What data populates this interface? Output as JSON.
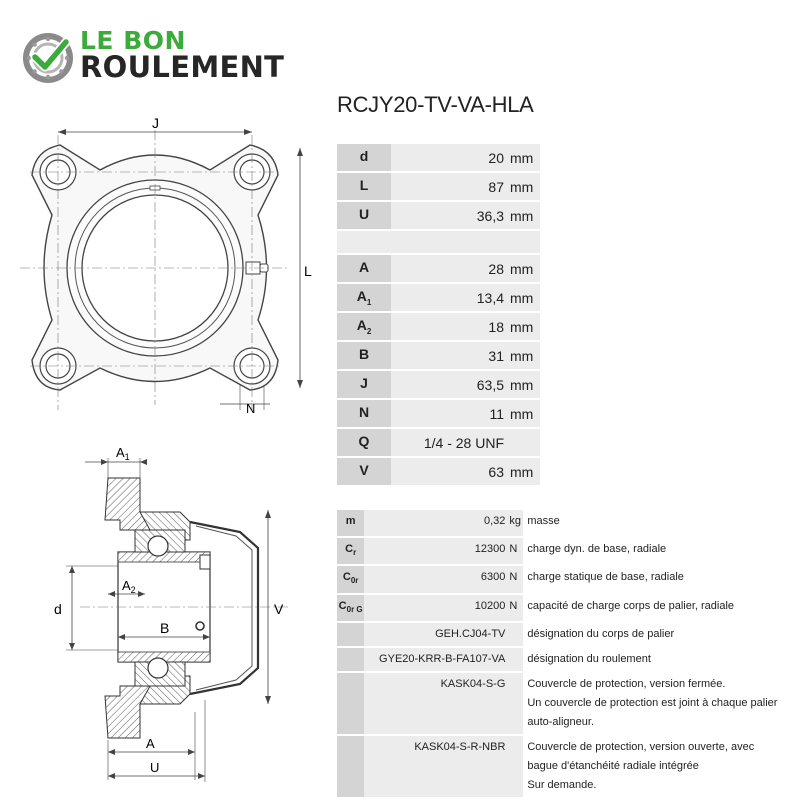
{
  "brand": {
    "line1": "LE BON",
    "line2": "ROULEMENT",
    "accent": "#3cab3c"
  },
  "product": {
    "title": "RCJY20-TV-VA-HLA"
  },
  "drawing_labels": {
    "J": "J",
    "L": "L",
    "N": "N",
    "A1": "A",
    "A1_sub": "1",
    "A2": "A",
    "A2_sub": "2",
    "B": "B",
    "d": "d",
    "V": "V",
    "A": "A",
    "U": "U"
  },
  "dimensions": [
    {
      "key": "d",
      "sub": "",
      "value": "20",
      "unit": "mm"
    },
    {
      "key": "L",
      "sub": "",
      "value": "87",
      "unit": "mm"
    },
    {
      "key": "U",
      "sub": "",
      "value": "36,3",
      "unit": "mm"
    },
    {
      "key": "A",
      "sub": "",
      "value": "28",
      "unit": "mm"
    },
    {
      "key": "A",
      "sub": "1",
      "value": "13,4",
      "unit": "mm"
    },
    {
      "key": "A",
      "sub": "2",
      "value": "18",
      "unit": "mm"
    },
    {
      "key": "B",
      "sub": "",
      "value": "31",
      "unit": "mm"
    },
    {
      "key": "J",
      "sub": "",
      "value": "63,5",
      "unit": "mm"
    },
    {
      "key": "N",
      "sub": "",
      "value": "11",
      "unit": "mm"
    },
    {
      "key": "Q",
      "sub": "",
      "value": "1/4 - 28 UNF",
      "unit": ""
    },
    {
      "key": "V",
      "sub": "",
      "value": "63",
      "unit": "mm"
    }
  ],
  "specs": [
    {
      "key": "m",
      "sub": "",
      "value": "0,32",
      "unit": "kg",
      "desc": [
        "masse"
      ]
    },
    {
      "key": "C",
      "sub": "r",
      "value": "12300",
      "unit": "N",
      "desc": [
        "charge dyn. de base, radiale"
      ]
    },
    {
      "key": "C",
      "sub": "0r",
      "value": "6300",
      "unit": "N",
      "desc": [
        "charge statique de base, radiale"
      ]
    },
    {
      "key": "C",
      "sub": "0r G",
      "value": "10200",
      "unit": "N",
      "desc": [
        "capacité de charge corps de palier, radiale"
      ]
    },
    {
      "key": "",
      "sub": "",
      "value": "GEH.CJ04-TV",
      "unit": "",
      "desc": [
        "désignation du corps de palier"
      ]
    },
    {
      "key": "",
      "sub": "",
      "value": "GYE20-KRR-B-FA107-VA",
      "unit": "",
      "desc": [
        "désignation du roulement"
      ]
    },
    {
      "key": "",
      "sub": "",
      "value": "KASK04-S-G",
      "unit": "",
      "desc": [
        "Couvercle de protection, version fermée.",
        "Un couvercle de protection est joint à chaque palier",
        "auto-aligneur."
      ]
    },
    {
      "key": "",
      "sub": "",
      "value": "KASK04-S-R-NBR",
      "unit": "",
      "desc": [
        "Couvercle de protection, version ouverte, avec",
        "bague d'étanchéité radiale intégrée",
        "Sur demande."
      ]
    }
  ]
}
